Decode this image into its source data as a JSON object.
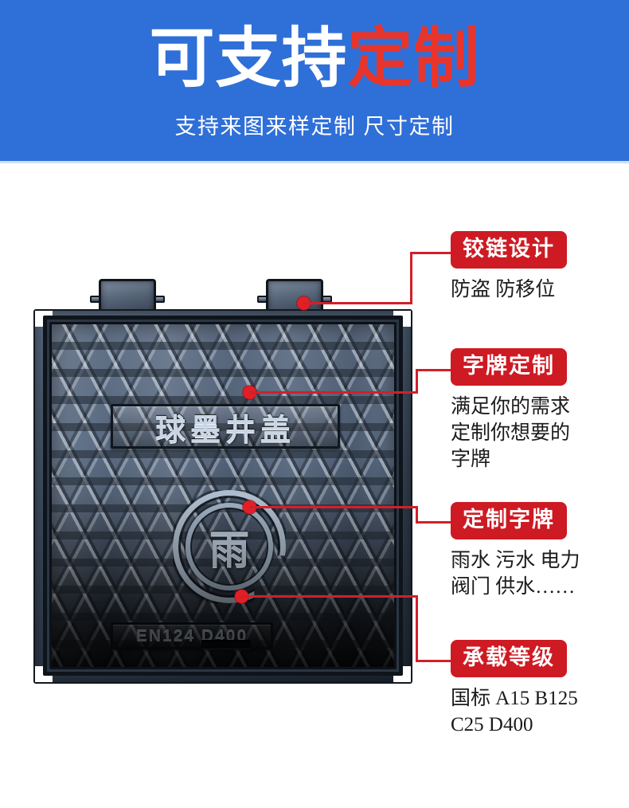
{
  "banner": {
    "headline_white": "可支持",
    "headline_red": "定制",
    "subtitle": "支持来图来样定制 尺寸定制",
    "bg_color": "#2f6fd8",
    "accent_red": "#e8352c"
  },
  "product": {
    "name_plate": "球墨井盖",
    "emblem_glyph": "雨",
    "standard_plate": "EN124 D400"
  },
  "annotations": [
    {
      "badge": "铰链设计",
      "lines": [
        "防盗 防移位"
      ]
    },
    {
      "badge": "字牌定制",
      "lines": [
        "满足你的需求",
        "定制你想要的",
        "字牌"
      ]
    },
    {
      "badge": "定制字牌",
      "lines": [
        "雨水 污水 电力",
        "阀门 供水……"
      ]
    },
    {
      "badge": "承载等级",
      "lines": [
        "国标 A15 B125",
        "C25 D400"
      ]
    }
  ],
  "colors": {
    "badge_red": "#ce1a23",
    "connector_red": "#d1202a",
    "marker_dot": "#e01f26",
    "banner_blue": "#2f6fd8"
  }
}
